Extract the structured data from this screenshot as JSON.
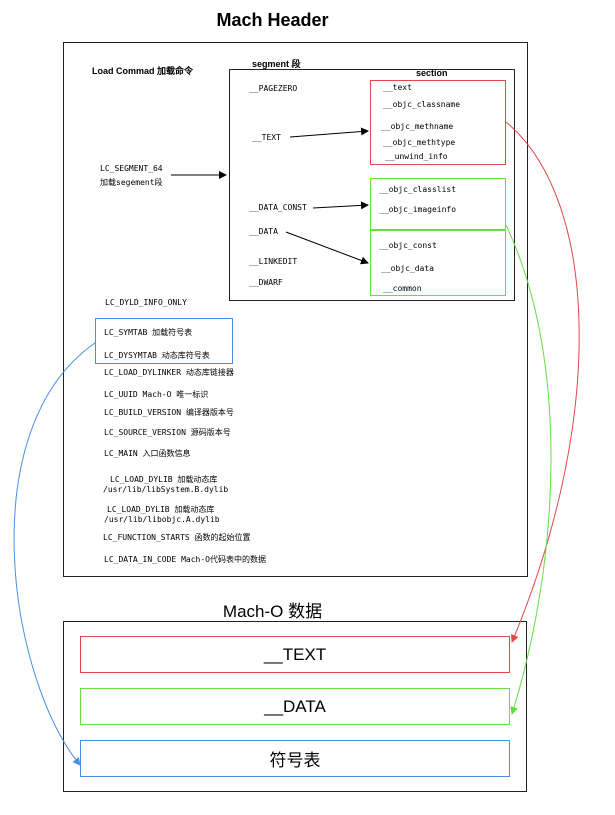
{
  "header": {
    "title": "Mach Header",
    "load_command_label": "Load Commad 加载命令",
    "segment_label": "segment 段",
    "section_label": "section"
  },
  "segments": {
    "pagezero": "__PAGEZERO",
    "text": "__TEXT",
    "data_const": "__DATA_CONST",
    "data": "__DATA",
    "linkedit": "__LINKEDIT",
    "dwarf": "__DWARF"
  },
  "sections": {
    "text_group": [
      "__text",
      "__objc_classname",
      "__objc_methname",
      "__objc_methtype",
      "__unwind_info"
    ],
    "data_const_group": [
      "__objc_classlist",
      "__objc_imageinfo"
    ],
    "data_group": [
      "__objc_const",
      "__objc_data",
      "__common"
    ]
  },
  "commands": {
    "segment64_line1": "LC_SEGMENT_64",
    "segment64_line2": "加载segement段",
    "dyld_info_only": "LC_DYLD_INFO_ONLY",
    "symtab": "LC_SYMTAB  加载符号表",
    "dysymtab": "LC_DYSYMTAB  动态库符号表",
    "load_dylinker": "LC_LOAD_DYLINKER  动态库链接器",
    "uuid": "LC_UUID  Mach-O  唯一标识",
    "build_version": "LC_BUILD_VERSION  编译器版本号",
    "source_version": "LC_SOURCE_VERSION  源码版本号",
    "main": "LC_MAIN  入口函数信息",
    "load_dylib1_line1": "LC_LOAD_DYLIB  加载动态库",
    "load_dylib1_line2": "/usr/lib/libSystem.B.dylib",
    "load_dylib2_line1": "LC_LOAD_DYLIB  加载动态库",
    "load_dylib2_line2": "/usr/lib/libobjc.A.dylib",
    "function_starts": "LC_FUNCTION_STARTS  函数的起始位置",
    "data_in_code": "LC_DATA_IN_CODE  Mach-O代码表中的数据"
  },
  "macho_data": {
    "title": "Mach-O 数据",
    "text_block": "__TEXT",
    "data_block": "__DATA",
    "symbol_block": "符号表"
  },
  "colors": {
    "text": "#e04848",
    "data": "#66dd44",
    "symbol": "#4a90e2",
    "border": "#222222"
  }
}
